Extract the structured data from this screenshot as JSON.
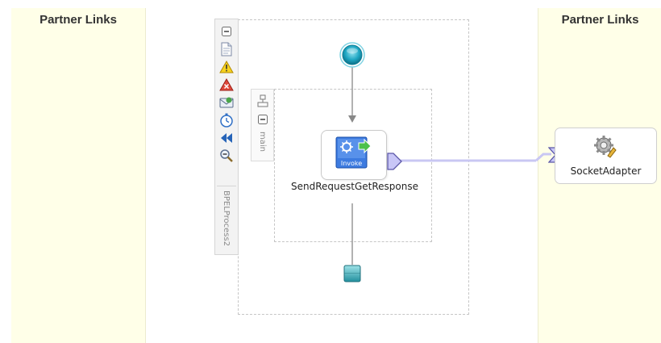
{
  "partner_links": {
    "left_title": "Partner Links",
    "right_title": "Partner Links"
  },
  "process": {
    "name": "BPELProcess2",
    "scope_name": "main"
  },
  "activity": {
    "name": "SendRequestGetResponse",
    "badge": "Invoke"
  },
  "partner": {
    "name": "SocketAdapter"
  },
  "toolbar_icons": [
    "collapse-icon",
    "document-icon",
    "warning-icon",
    "error-icon",
    "mail-icon",
    "timer-icon",
    "rewind-icon",
    "zoom-icon"
  ],
  "colors": {
    "lane_background": "#ffffe8",
    "connector": "#c9c7f3",
    "start_node": "#1ea6c2",
    "end_node": "#2a99a8"
  }
}
